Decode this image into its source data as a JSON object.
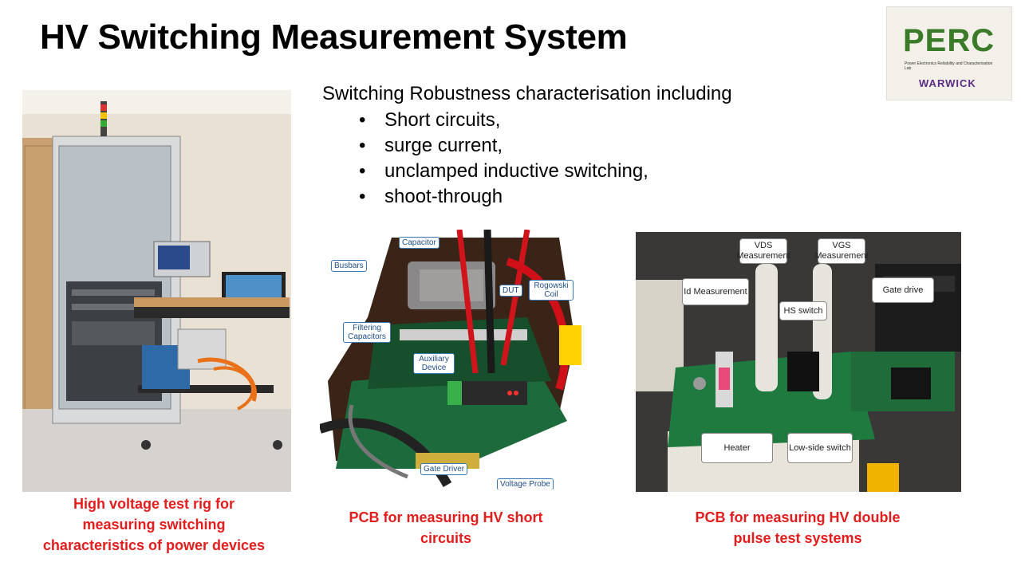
{
  "title": "HV Switching Measurement System",
  "logo": {
    "name": "PERC",
    "subtitle": "Power Electronics Reliability and Characterisation Lab",
    "university": "WARWICK"
  },
  "intro": "Switching Robustness characterisation including",
  "bullets": [
    "Short circuits,",
    "surge current,",
    "unclamped inductive switching,",
    "shoot-through"
  ],
  "bullet_glyph": "•",
  "captions": {
    "rig": [
      "High voltage test rig for",
      "measuring switching",
      "characteristics of power devices"
    ],
    "short_circuit": [
      "PCB for measuring HV short",
      "circuits"
    ],
    "double_pulse": [
      "PCB for measuring HV double",
      "pulse test systems"
    ]
  },
  "middle_callouts": {
    "capacitor": "Capacitor",
    "busbars": "Busbars",
    "dut": "DUT",
    "rogowski": "Rogowski Coil",
    "filtering": "Filtering Capacitors",
    "auxiliary": "Auxiliary Device",
    "gate_driver": "Gate Driver",
    "voltage_probe": "Voltage Probe"
  },
  "right_callouts": {
    "vds": "VDS Measurement",
    "vgs": "VGS Measurement",
    "id": "Id Measurement",
    "hs": "HS switch",
    "gate_drive": "Gate drive",
    "heater": "Heater",
    "low_side": "Low-side switch"
  },
  "colors": {
    "caption": "#e31c1c",
    "callout_border": "#3a78b5",
    "pcb_green": "#1f6b3a"
  }
}
